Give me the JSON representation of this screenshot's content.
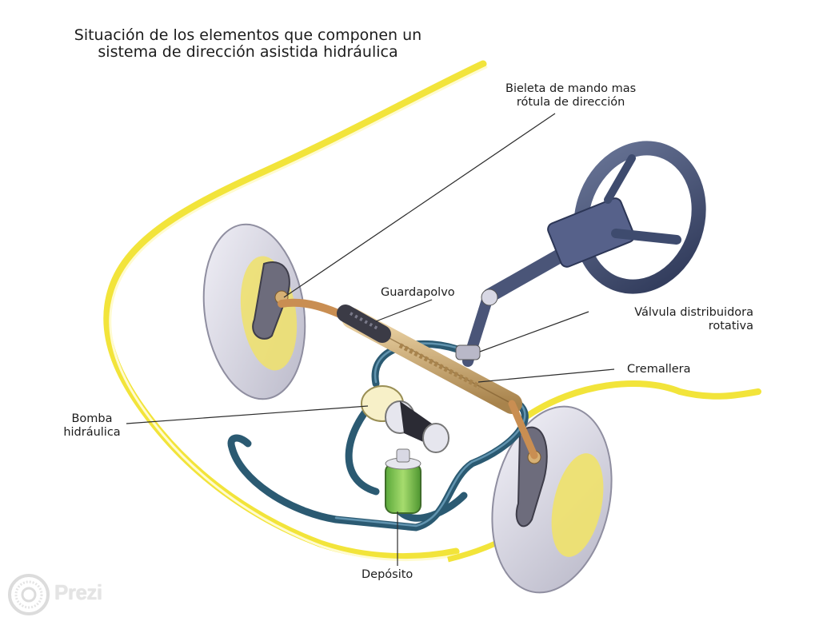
{
  "title": {
    "line1": "Situación de los elementos que componen un",
    "line2": "sistema de dirección asistida hidráulica"
  },
  "labels": {
    "bieleta": {
      "line1": "Bieleta de mando mas",
      "line2": "rótula de dirección"
    },
    "guardapolvo": "Guardapolvo",
    "valvula": {
      "line1": "Válvula distribuidora",
      "line2": "rotativa"
    },
    "cremallera": "Cremallera",
    "bomba": {
      "line1": "Bomba",
      "line2": "hidráulica"
    },
    "deposito": "Depósito"
  },
  "watermark": {
    "text": "Prezi",
    "icon": "prezi-logo-icon"
  },
  "colors": {
    "body_outline": "#f2e43a",
    "tire": "#dedde8",
    "hub": "#f0e26a",
    "hose": "#2b5a72",
    "rack": "#c9a26a",
    "reservoir_fluid": "#7dc24a",
    "steering_wheel": "#3e4b6e"
  }
}
